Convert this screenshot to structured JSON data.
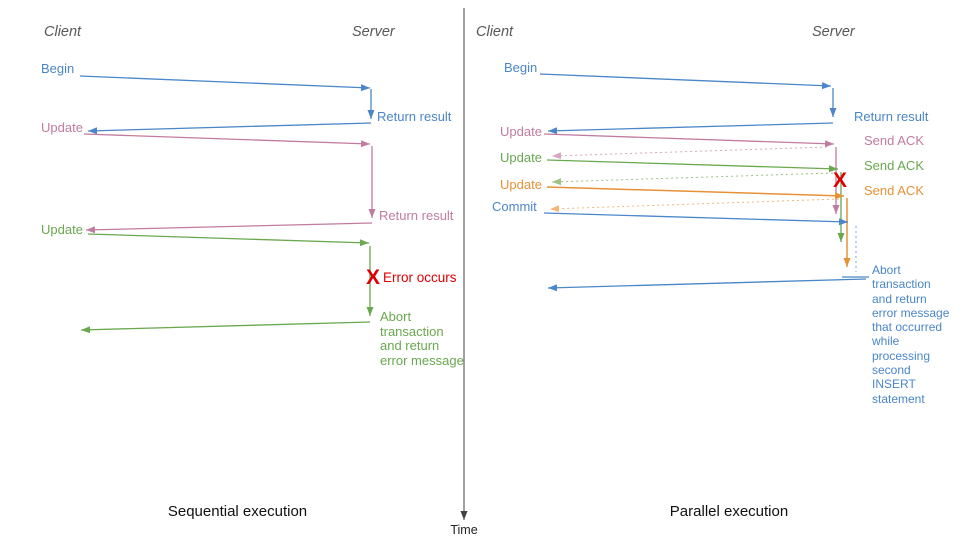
{
  "colors": {
    "blue": "#4a86c8",
    "pink": "#c27ba0",
    "green": "#6aa84f",
    "orange": "#e69138",
    "red": "#dd0000",
    "header_gray": "#58585a",
    "axis": "#404040",
    "caption": "#111111"
  },
  "left_panel": {
    "client_header": "Client",
    "server_header": "Server",
    "caption": "Sequential execution",
    "messages": {
      "begin": "Begin",
      "return_result_1": "Return result",
      "update_1": "Update",
      "return_result_2": "Return result",
      "update_2": "Update",
      "error_marker": "X",
      "error_label": "Error occurs",
      "abort_message": "Abort\ntransaction\nand return\nerror message"
    }
  },
  "right_panel": {
    "client_header": "Client",
    "server_header": "Server",
    "caption": "Parallel execution",
    "messages": {
      "begin": "Begin",
      "return_result": "Return result",
      "update_1": "Update",
      "send_ack_1": "Send ACK",
      "update_2": "Update",
      "send_ack_2": "Send ACK",
      "update_3": "Update",
      "send_ack_3": "Send ACK",
      "commit": "Commit",
      "error_marker": "X",
      "abort_message": "Abort\ntransaction\nand return\nerror message\nthat occurred\nwhile\nprocessing\nsecond\nINSERT\nstatement"
    }
  },
  "time_axis": {
    "label": "Time"
  }
}
